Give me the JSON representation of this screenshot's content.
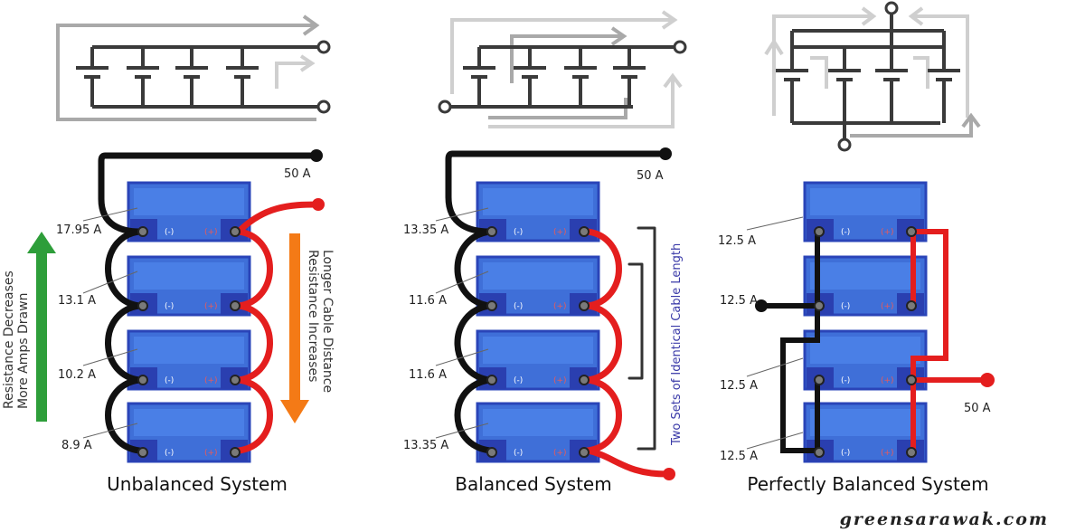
{
  "panels": {
    "unbalanced": {
      "title": "Unbalanced System",
      "load": "50 A",
      "amps": [
        "17.95 A",
        "13.1 A",
        "10.2 A",
        "8.9 A"
      ],
      "left_arrow_text": [
        "Resistance Decreases",
        "More Amps Drawn"
      ],
      "right_arrow_text": [
        "Longer Cable Distance",
        "Resistance Increases"
      ]
    },
    "balanced": {
      "title": "Balanced System",
      "load": "50 A",
      "amps": [
        "13.35 A",
        "11.6 A",
        "11.6 A",
        "13.35 A"
      ],
      "bracket_text": "Two Sets of Identical Cable Length"
    },
    "perfect": {
      "title": "Perfectly Balanced System",
      "load": "50 A",
      "amps": [
        "12.5 A",
        "12.5 A",
        "12.5 A",
        "12.5 A"
      ]
    }
  },
  "terminals": {
    "negative": "(-)",
    "positive": "(+)"
  },
  "watermark": "greensarawak.com",
  "colors": {
    "battery_fill": "#3f6fd8",
    "battery_border": "#2a44b8",
    "terminal_block": "#2a3fb0",
    "negative_cable": "#111111",
    "positive_cable": "#e41e1e",
    "schematic_line": "#3a3a3a",
    "flow_arrow": "#a9a9a9",
    "up_arrow": "#2e9e3a",
    "down_arrow": "#f47a16",
    "note_text": "#3a3aa8"
  }
}
